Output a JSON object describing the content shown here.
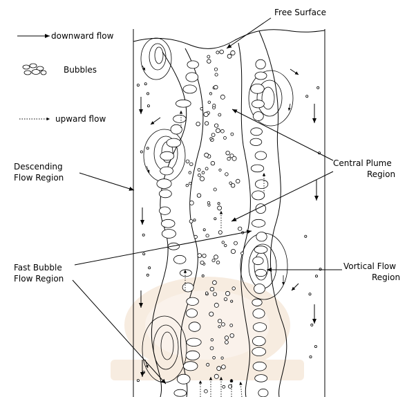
{
  "labels": {
    "free_surface": "Free Surface",
    "central_plume_line1": "Central Plume",
    "central_plume_line2": "Region",
    "descending_line1": "Descending",
    "descending_line2": "Flow Region",
    "fast_bubble_line1": "Fast Bubble",
    "fast_bubble_line2": "Flow Region",
    "vortical_line1": "Vortical Flow",
    "vortical_line2": "Region"
  },
  "legend": {
    "downward": "downward flow",
    "bubbles": "Bubbles",
    "upward": "upward flow"
  },
  "icons": [
    "arrow-icon",
    "bubble-icon",
    "dotted-arrow-icon",
    "vortex-icon"
  ],
  "colors": {
    "line": "#000000",
    "background": "#ffffff",
    "watermark": "#f2ddc8"
  }
}
